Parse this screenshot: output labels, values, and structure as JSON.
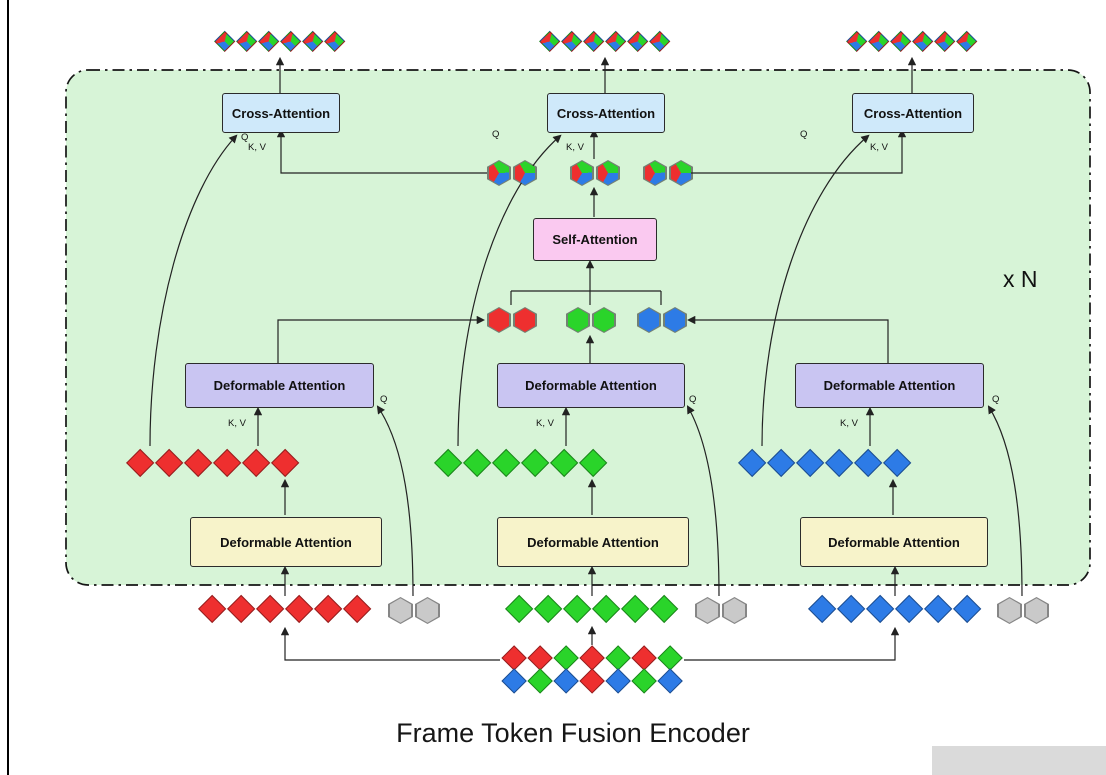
{
  "title": "Frame Token Fusion Encoder",
  "repeat_label": "x N",
  "labels": {
    "cross_attention": "Cross-Attention",
    "self_attention": "Self-Attention",
    "deformable_attention": "Deformable Attention",
    "q": "Q",
    "kv": "K, V"
  },
  "colors": {
    "red": "#ee2f2f",
    "green": "#2ad42a",
    "blue": "#2d7be6",
    "gray": "#c9c9c9",
    "box_green": "#d7f4d7",
    "cross_blue": "#cfe9fa",
    "self_pink": "#fac9f0",
    "deform_purple": "#c9c5f2",
    "deform_yellow": "#f7f3ca"
  },
  "token_groups": {
    "top_mixed_1": {
      "shape": "dia",
      "variant": "mixed",
      "count": 6
    },
    "top_mixed_2": {
      "shape": "dia",
      "variant": "mixed",
      "count": 6
    },
    "top_mixed_3": {
      "shape": "dia",
      "variant": "mixed",
      "count": 6
    },
    "fused_hex_1": {
      "shape": "hex",
      "variant": "mixed",
      "count": 2
    },
    "fused_hex_2": {
      "shape": "hex",
      "variant": "mixed",
      "count": 2
    },
    "fused_hex_3": {
      "shape": "hex",
      "variant": "mixed",
      "count": 2
    },
    "frame_hex_red": {
      "shape": "hex",
      "colors": [
        "red",
        "red"
      ]
    },
    "frame_hex_green": {
      "shape": "hex",
      "colors": [
        "green",
        "green"
      ]
    },
    "frame_hex_blue": {
      "shape": "hex",
      "colors": [
        "blue",
        "blue"
      ]
    },
    "mid_tokens_red": {
      "shape": "dia",
      "colors": [
        "red",
        "red",
        "red",
        "red",
        "red",
        "red"
      ]
    },
    "mid_tokens_green": {
      "shape": "dia",
      "colors": [
        "green",
        "green",
        "green",
        "green",
        "green",
        "green"
      ]
    },
    "mid_tokens_blue": {
      "shape": "dia",
      "colors": [
        "blue",
        "blue",
        "blue",
        "blue",
        "blue",
        "blue"
      ]
    },
    "input_tokens_red": {
      "shape": "dia",
      "colors": [
        "red",
        "red",
        "red",
        "red",
        "red",
        "red"
      ]
    },
    "input_tokens_green": {
      "shape": "dia",
      "colors": [
        "green",
        "green",
        "green",
        "green",
        "green",
        "green"
      ]
    },
    "input_tokens_blue": {
      "shape": "dia",
      "colors": [
        "blue",
        "blue",
        "blue",
        "blue",
        "blue",
        "blue"
      ]
    },
    "query_hex_1": {
      "shape": "hex",
      "colors": [
        "gray",
        "gray"
      ]
    },
    "query_hex_2": {
      "shape": "hex",
      "colors": [
        "gray",
        "gray"
      ]
    },
    "query_hex_3": {
      "shape": "hex",
      "colors": [
        "gray",
        "gray"
      ]
    },
    "cluster_row_1": {
      "shape": "dia",
      "colors": [
        "red",
        "red",
        "green",
        "red",
        "green",
        "red",
        "green"
      ]
    },
    "cluster_row_2": {
      "shape": "dia",
      "colors": [
        "blue",
        "green",
        "blue",
        "red",
        "blue",
        "green",
        "blue"
      ]
    }
  }
}
